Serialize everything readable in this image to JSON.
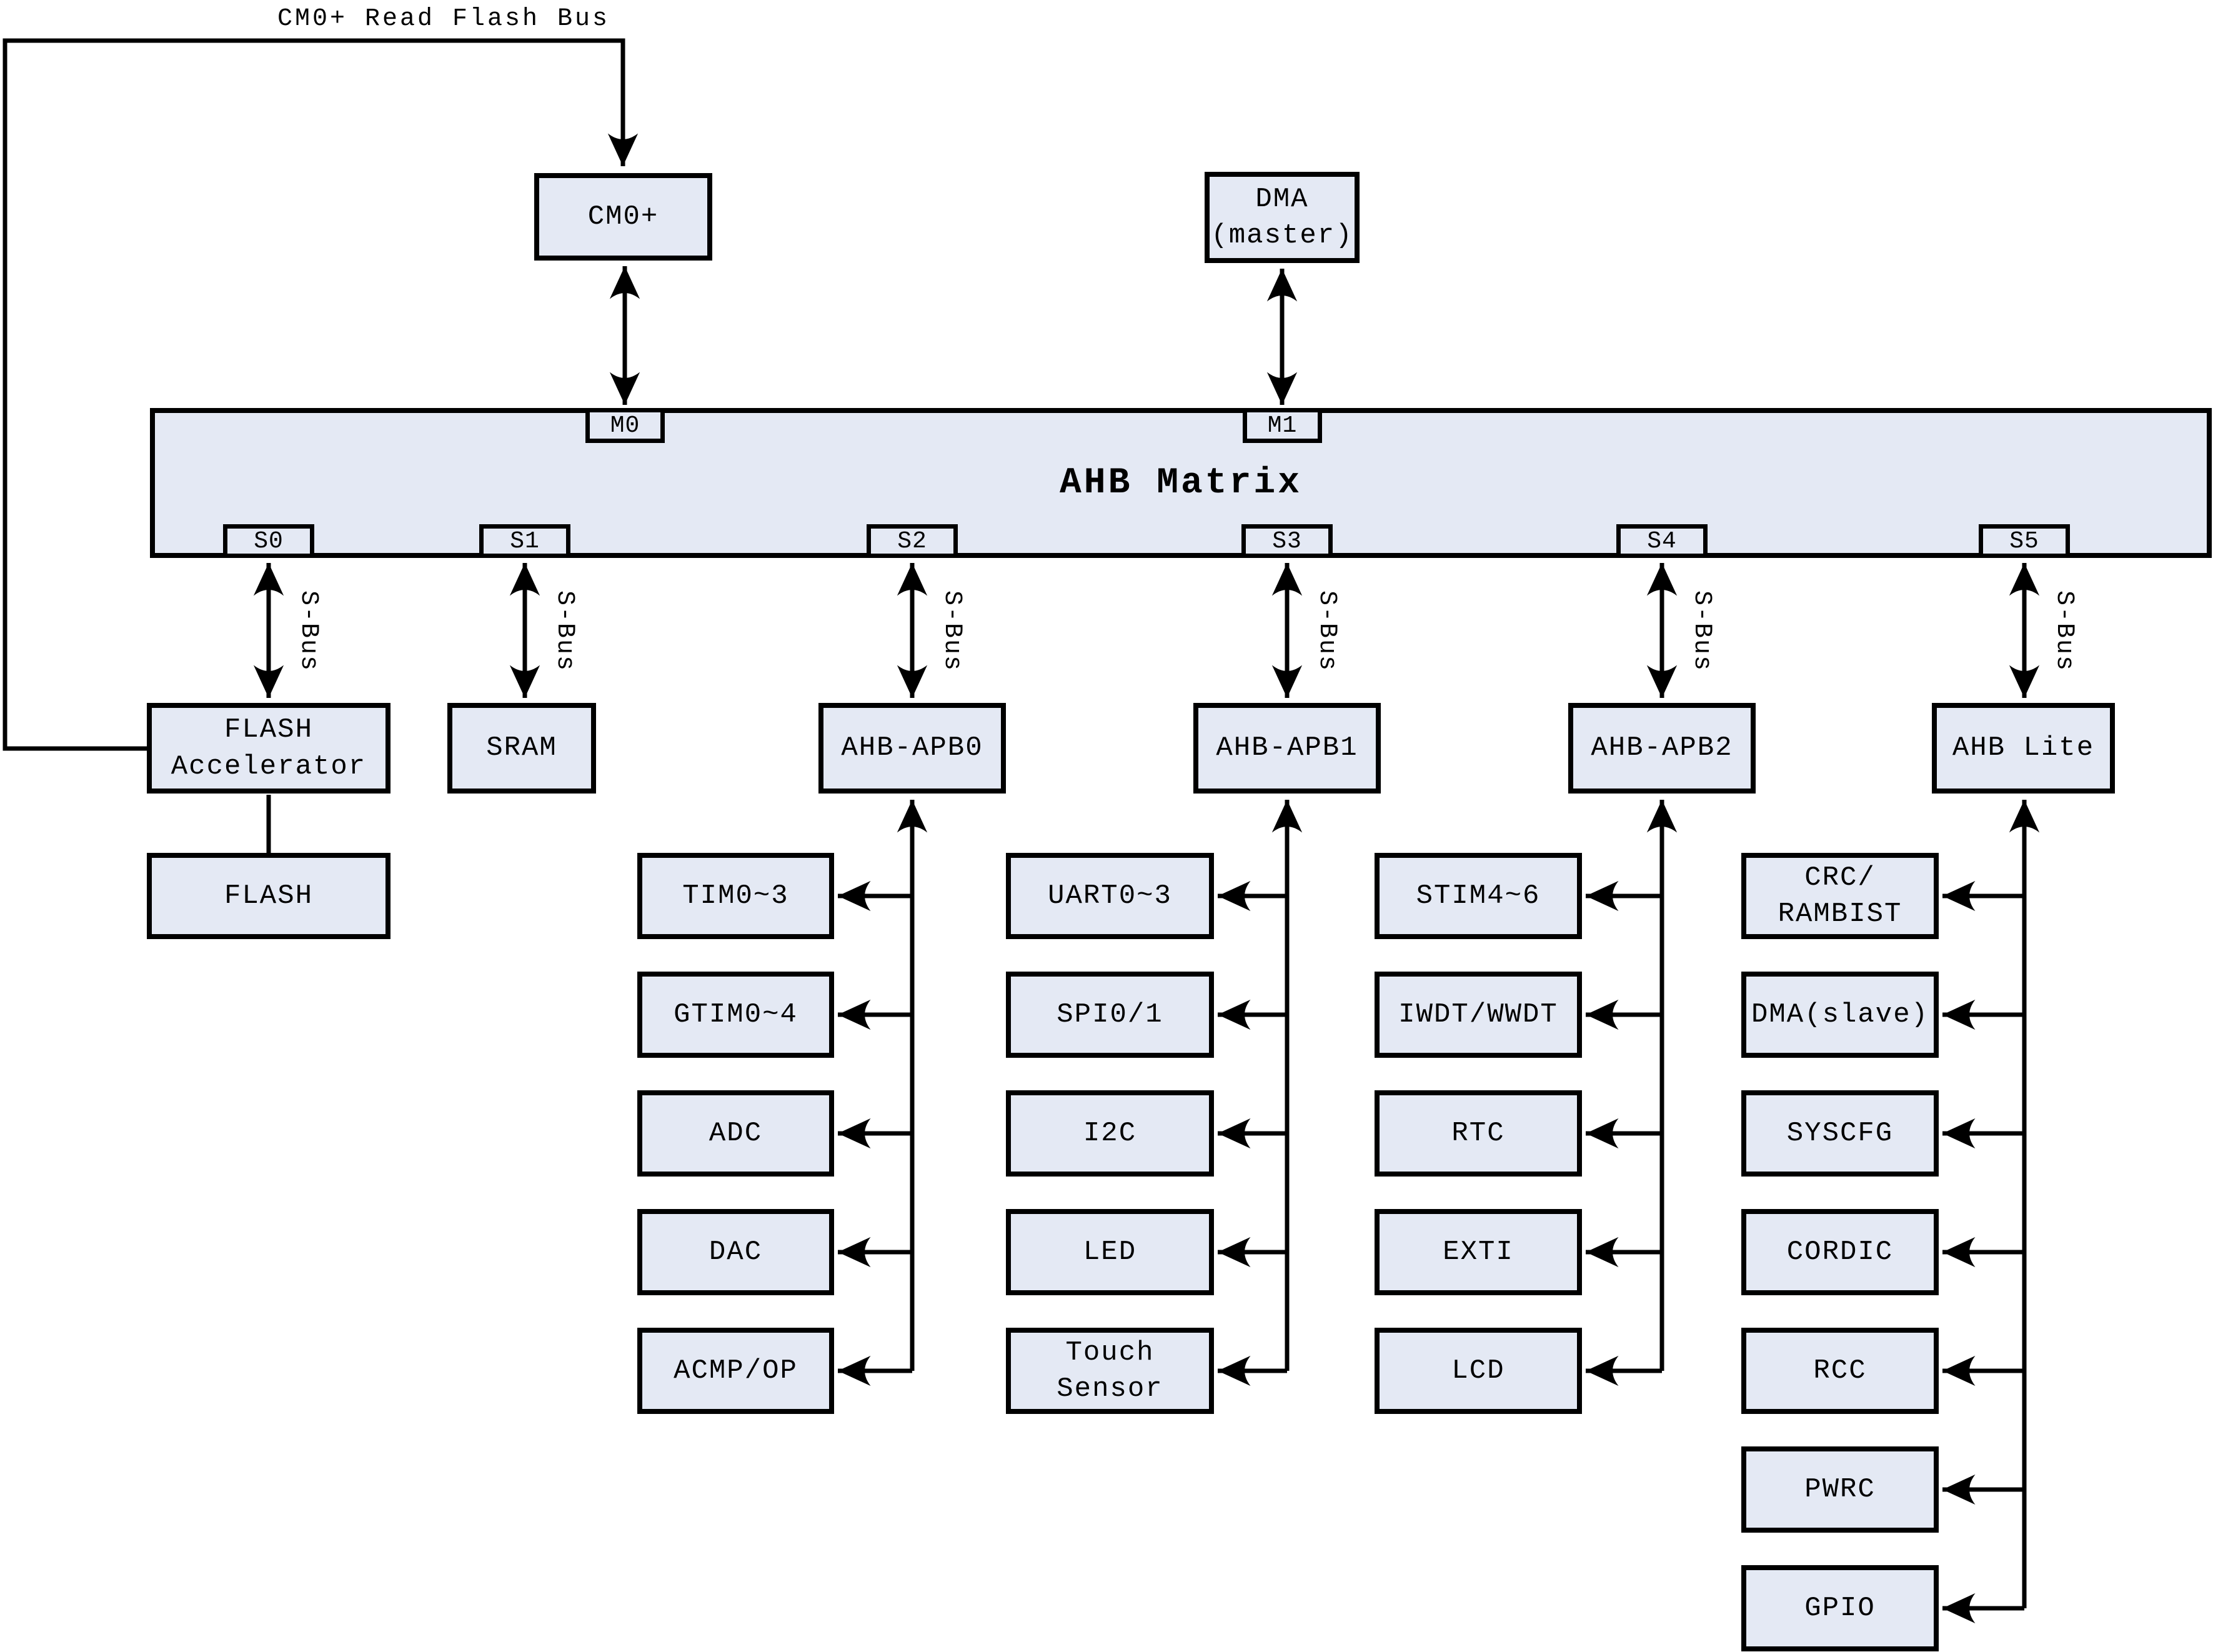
{
  "labels": {
    "read_flash_bus": "CM0+ Read Flash Bus",
    "s_bus": "S-Bus"
  },
  "masters": [
    {
      "label": "CM0+"
    },
    {
      "label": "DMA\n(master)"
    }
  ],
  "matrix": {
    "title": "AHB Matrix",
    "master_ports": [
      "M0",
      "M1"
    ],
    "slave_ports": [
      "S0",
      "S1",
      "S2",
      "S3",
      "S4",
      "S5"
    ]
  },
  "slaves": [
    {
      "label": "FLASH\nAccelerator"
    },
    {
      "label": "SRAM"
    },
    {
      "label": "AHB-APB0"
    },
    {
      "label": "AHB-APB1"
    },
    {
      "label": "AHB-APB2"
    },
    {
      "label": "AHB Lite"
    }
  ],
  "memory": {
    "flash": "FLASH"
  },
  "peripherals": {
    "apb0": [
      "TIM0~3",
      "GTIM0~4",
      "ADC",
      "DAC",
      "ACMP/OP"
    ],
    "apb1": [
      "UART0~3",
      "SPI0/1",
      "I2C",
      "LED",
      "Touch\nSensor"
    ],
    "apb2": [
      "STIM4~6",
      "IWDT/WWDT",
      "RTC",
      "EXTI",
      "LCD"
    ],
    "ahb_lite": [
      "CRC/\nRAMBIST",
      "DMA(slave)",
      "SYSCFG",
      "CORDIC",
      "RCC",
      "PWRC",
      "GPIO"
    ]
  },
  "colors": {
    "box_fill": "#e4e9f4",
    "line": "#000000"
  }
}
